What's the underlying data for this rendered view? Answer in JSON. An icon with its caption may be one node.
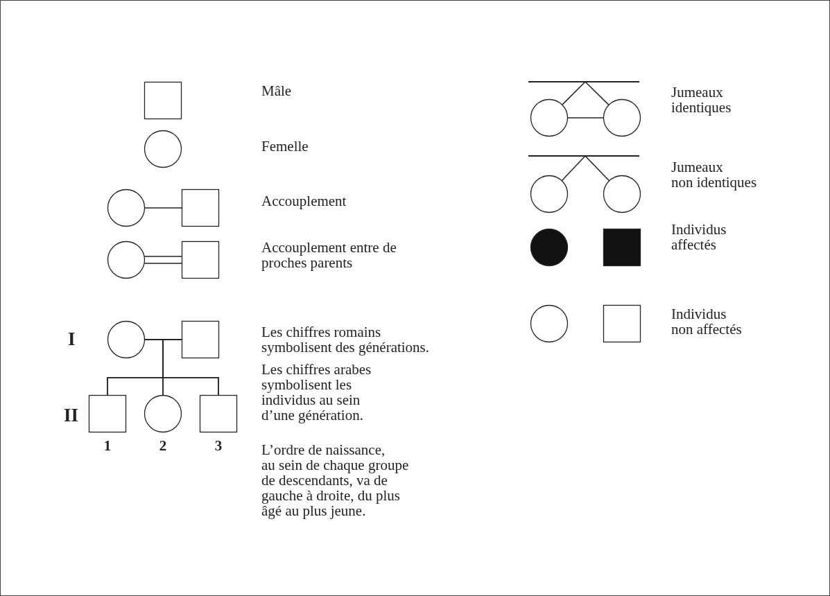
{
  "diagram": {
    "nodes": [
      {
        "text": [],
        "shape": "box"
      },
      {
        "text": [],
        "shape": "circle"
      },
      {
        "text": [],
        "shape": "circle"
      },
      {
        "text": [],
        "shape": "box"
      },
      {
        "text": [],
        "shape": "circle"
      },
      {
        "text": [],
        "shape": "box"
      },
      {
        "text": [],
        "shape": "circle"
      },
      {
        "text": [],
        "shape": "box"
      },
      {
        "text": [],
        "shape": "box",
        "beside": [
          "1"
        ]
      },
      {
        "text": [],
        "shape": "circle",
        "beside": [
          "2"
        ]
      },
      {
        "text": [],
        "shape": "box",
        "beside": [
          "3"
        ]
      },
      {
        "text": [],
        "shape": "bar"
      },
      {
        "text": [],
        "shape": "circle"
      },
      {
        "text": [],
        "shape": "circle"
      },
      {
        "text": [],
        "shape": "bar"
      },
      {
        "text": [],
        "shape": "circle"
      },
      {
        "text": [],
        "shape": "circle"
      },
      {
        "text": [],
        "shape": "circle"
      },
      {
        "text": [],
        "shape": "box"
      },
      {
        "text": [],
        "shape": "circle"
      },
      {
        "text": [],
        "shape": "box"
      }
    ],
    "edges": [
      {
        "from": 2,
        "to": 3,
        "arrow": "none"
      },
      {
        "from": 4,
        "to": 5,
        "arrow": "none"
      },
      {
        "from": 4,
        "to": 5,
        "arrow": "none"
      },
      {
        "from": 6,
        "to": 7,
        "arrow": "none"
      },
      {
        "from": 6,
        "to": 8,
        "arrow": "none"
      },
      {
        "from": 6,
        "to": 9,
        "arrow": "none"
      },
      {
        "from": 6,
        "to": 10,
        "arrow": "none"
      },
      {
        "from": 7,
        "to": 8,
        "arrow": "none"
      },
      {
        "from": 7,
        "to": 9,
        "arrow": "none"
      },
      {
        "from": 7,
        "to": 10,
        "arrow": "none"
      },
      {
        "from": 11,
        "to": 12,
        "arrow": "none"
      },
      {
        "from": 11,
        "to": 13,
        "arrow": "none"
      },
      {
        "from": 12,
        "to": 13,
        "arrow": "none"
      },
      {
        "from": 14,
        "to": 15,
        "arrow": "none"
      },
      {
        "from": 14,
        "to": 16,
        "arrow": "none"
      }
    ],
    "labels": [
      "Mâle",
      "Femelle",
      "Accouplement",
      "Accouplement entre de proches parents",
      "I",
      "Les chiffres romains symbolisent des générations.",
      "II",
      "Les chiffres arabes symbolisent les individus au sein d’une génération.",
      "L’ordre de naissance, au sein de chaque groupe de descendants, va de gauche à droite, du plus âgé au plus jeune.",
      "Jumeaux identiques",
      "Jumeaux non identiques",
      "Individus affectés",
      "Individus non affectés"
    ]
  }
}
